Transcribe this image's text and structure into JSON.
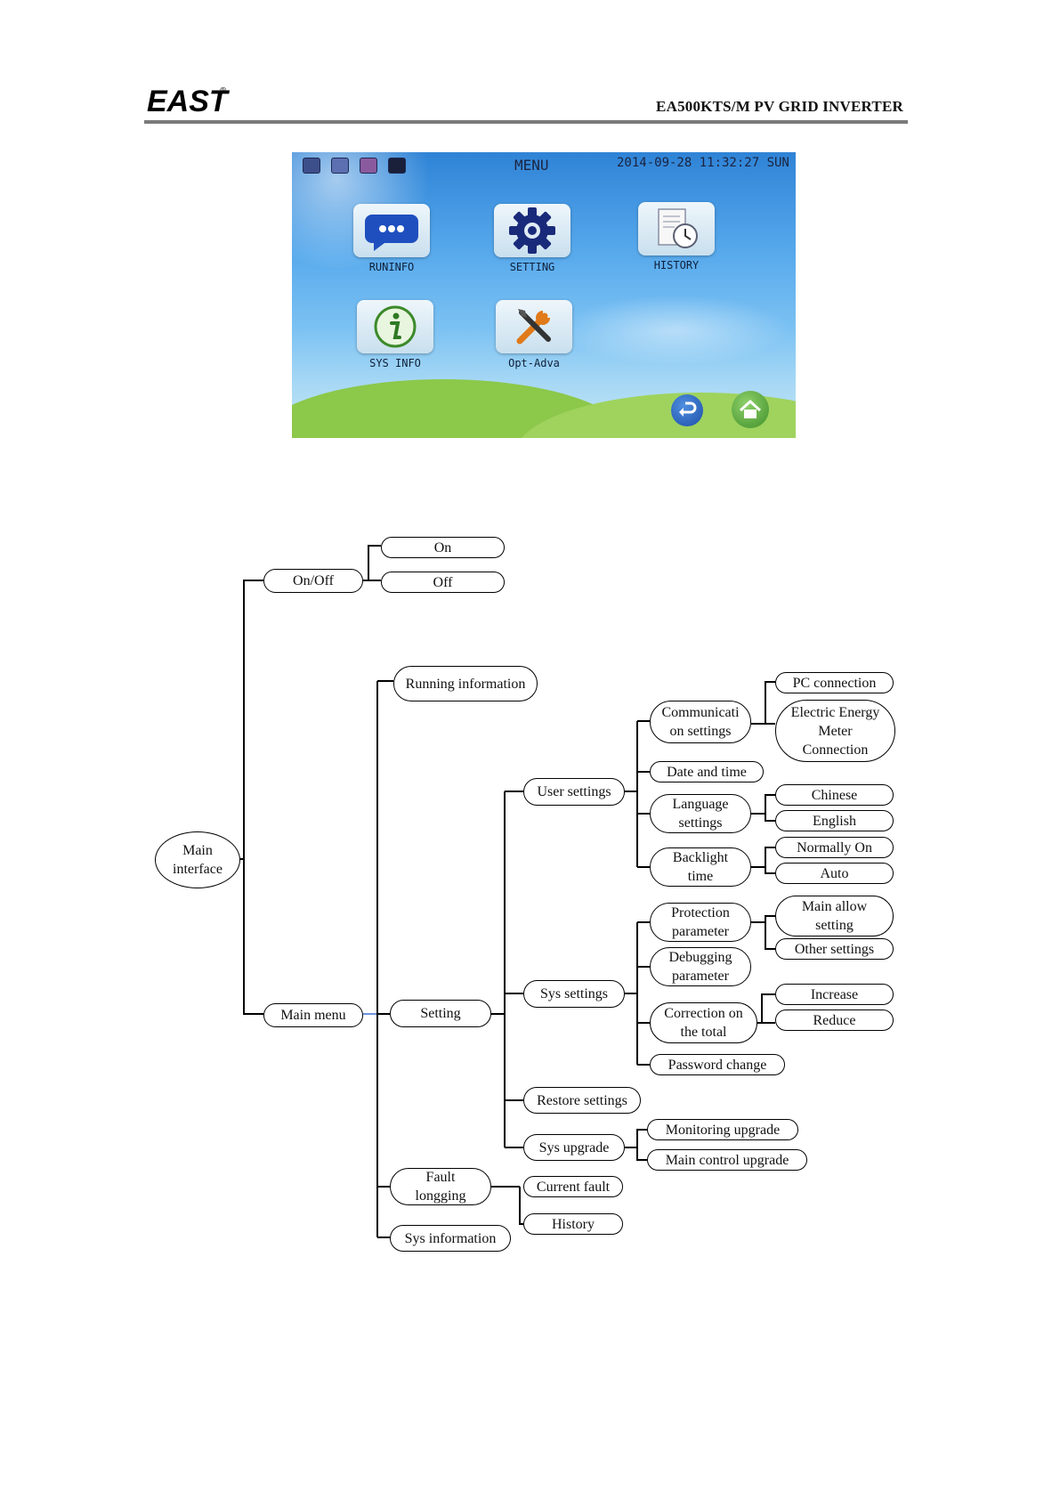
{
  "header": {
    "logo_text": "EAST",
    "registered_mark": "®",
    "title": "EA500KTS/M PV GRID INVERTER"
  },
  "screen": {
    "title": "MENU",
    "datetime": "2014-09-28 11:32:27 SUN",
    "status_icons": [
      "monitor-icon",
      "network-icon",
      "disconnected-icon",
      "screen-icon"
    ],
    "apps": [
      {
        "label": "RUNINFO",
        "icon": "chat-bubble-icon"
      },
      {
        "label": "SETTING",
        "icon": "gear-icon"
      },
      {
        "label": "HISTORY",
        "icon": "history-clock-icon"
      },
      {
        "label": "SYS INFO",
        "icon": "info-icon"
      },
      {
        "label": "Opt-Adva",
        "icon": "tools-icon"
      }
    ],
    "back_button": "back-icon",
    "home_button": "home-icon"
  },
  "tree": {
    "main_interface": "Main\ninterface",
    "on_off": "On/Off",
    "on": "On",
    "off": "Off",
    "main_menu": "Main menu",
    "running_information": "Running information",
    "setting": "Setting",
    "user_settings": "User settings",
    "communication_settings": "Communicati\non settings",
    "pc_connection": "PC connection",
    "electric_energy_meter": "Electric Energy\nMeter\nConnection",
    "date_and_time": "Date and time",
    "language_settings": "Language\nsettings",
    "chinese": "Chinese",
    "english": "English",
    "backlight_time": "Backlight\ntime",
    "normally_on": "Normally On",
    "auto": "Auto",
    "sys_settings": "Sys settings",
    "protection_parameter": "Protection\nparameter",
    "main_allow_setting": "Main allow\nsetting",
    "other_settings": "Other settings",
    "debugging_parameter": "Debugging\nparameter",
    "correction_on_total": "Correction on\nthe total",
    "increase": "Increase",
    "reduce": "Reduce",
    "password_change": "Password change",
    "restore_settings": "Restore settings",
    "sys_upgrade": "Sys upgrade",
    "monitoring_upgrade": "Monitoring upgrade",
    "main_control_upgrade": "Main control upgrade",
    "fault_longging": "Fault\nlongging",
    "current_fault": "Current fault",
    "history": "History",
    "sys_information": "Sys information"
  }
}
